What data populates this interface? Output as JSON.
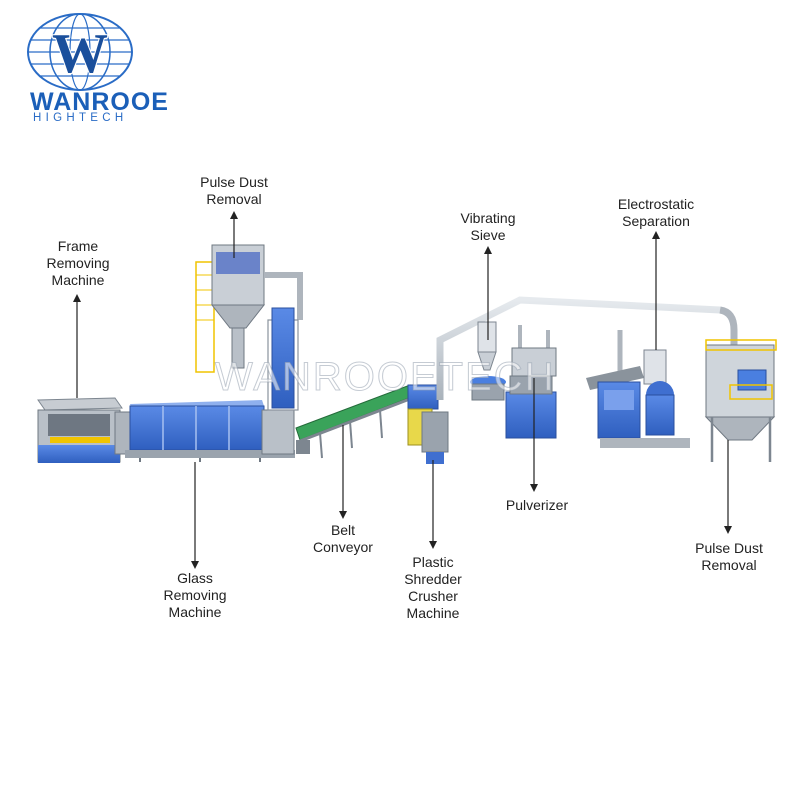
{
  "logo": {
    "brand": "WANROOE",
    "subtitle": "HIGHTECH",
    "mark": "W",
    "brand_color": "#1b5fb8",
    "icon": "globe-w-icon"
  },
  "watermark": "WANROOETECH",
  "labels": [
    {
      "id": "frame-removing",
      "text": "Frame\nRemoving\nMachine"
    },
    {
      "id": "pulse-dust-top",
      "text": "Pulse Dust\nRemoval"
    },
    {
      "id": "glass-removing",
      "text": "Glass\nRemoving\nMachine"
    },
    {
      "id": "belt-conveyor",
      "text": "Belt\nConveyor"
    },
    {
      "id": "plastic-shredder",
      "text": "Plastic\nShredder\nCrusher\nMachine"
    },
    {
      "id": "vibrating-sieve",
      "text": "Vibrating\nSieve"
    },
    {
      "id": "pulverizer",
      "text": "Pulverizer"
    },
    {
      "id": "electrostatic",
      "text": "Electrostatic\nSeparation"
    },
    {
      "id": "pulse-dust-right",
      "text": "Pulse Dust\nRemoval"
    }
  ],
  "colors": {
    "machine_blue": "#3f6fd0",
    "frame_steel": "#9aa3ad",
    "conveyor_green": "#3aa35a",
    "shredder_yellow": "#e8d84a",
    "rail_yellow": "#f0c400",
    "arrow": "#222222"
  }
}
